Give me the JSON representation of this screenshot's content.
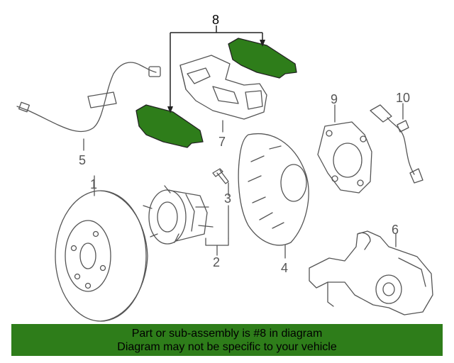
{
  "colors": {
    "highlight": "#2e7d1a",
    "line": "#555555",
    "banner_bg": "#2e7d1a",
    "banner_text": "#000000"
  },
  "diagram": {
    "callouts": {
      "c1": "1",
      "c2": "2",
      "c3": "3",
      "c4": "4",
      "c5": "5",
      "c6": "6",
      "c7": "7",
      "c8": "8",
      "c9": "9",
      "c10": "10"
    },
    "highlighted_part": "8"
  },
  "banner": {
    "line1": "Part or sub-assembly is #8 in diagram",
    "line2": "Diagram may not be specific to your vehicle"
  }
}
